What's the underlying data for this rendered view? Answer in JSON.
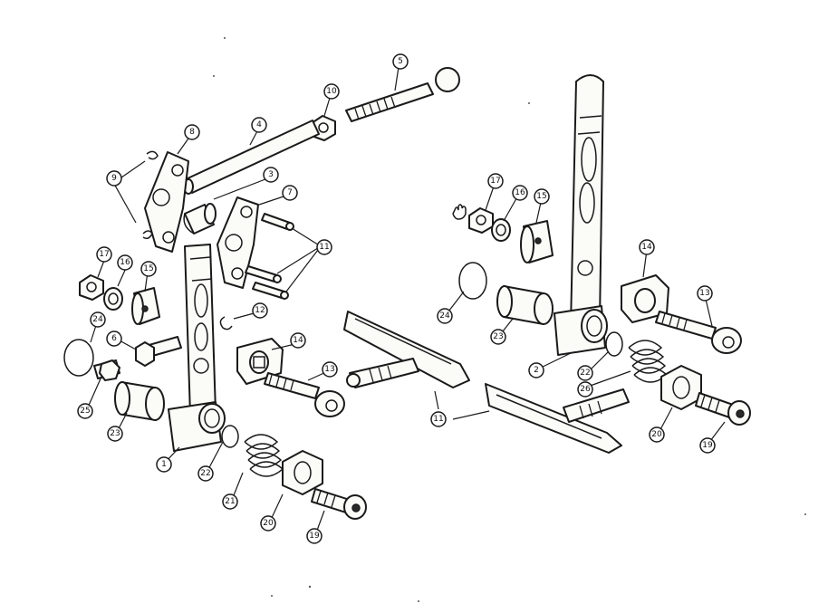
{
  "callouts": [
    {
      "id": "c1",
      "label": "1"
    },
    {
      "id": "c2",
      "label": "2"
    },
    {
      "id": "c3",
      "label": "3"
    },
    {
      "id": "c4",
      "label": "4"
    },
    {
      "id": "c5",
      "label": "5"
    },
    {
      "id": "c6",
      "label": "6"
    },
    {
      "id": "c7",
      "label": "7"
    },
    {
      "id": "c8",
      "label": "8"
    },
    {
      "id": "c9",
      "label": "9"
    },
    {
      "id": "c10",
      "label": "10"
    },
    {
      "id": "c11a",
      "label": "11"
    },
    {
      "id": "c11b",
      "label": "11"
    },
    {
      "id": "c12",
      "label": "12"
    },
    {
      "id": "c13a",
      "label": "13"
    },
    {
      "id": "c13b",
      "label": "13"
    },
    {
      "id": "c14a",
      "label": "14"
    },
    {
      "id": "c14b",
      "label": "14"
    },
    {
      "id": "c15a",
      "label": "15"
    },
    {
      "id": "c15b",
      "label": "15"
    },
    {
      "id": "c16a",
      "label": "16"
    },
    {
      "id": "c16b",
      "label": "16"
    },
    {
      "id": "c17a",
      "label": "17"
    },
    {
      "id": "c17b",
      "label": "17"
    },
    {
      "id": "c19a",
      "label": "19"
    },
    {
      "id": "c19b",
      "label": "19"
    },
    {
      "id": "c20a",
      "label": "20"
    },
    {
      "id": "c20b",
      "label": "20"
    },
    {
      "id": "c21",
      "label": "21"
    },
    {
      "id": "c22a",
      "label": "22"
    },
    {
      "id": "c22b",
      "label": "22"
    },
    {
      "id": "c23a",
      "label": "23"
    },
    {
      "id": "c23b",
      "label": "23"
    },
    {
      "id": "c24a",
      "label": "24"
    },
    {
      "id": "c24b",
      "label": "24"
    },
    {
      "id": "c25",
      "label": "25"
    },
    {
      "id": "c26",
      "label": "26"
    }
  ]
}
